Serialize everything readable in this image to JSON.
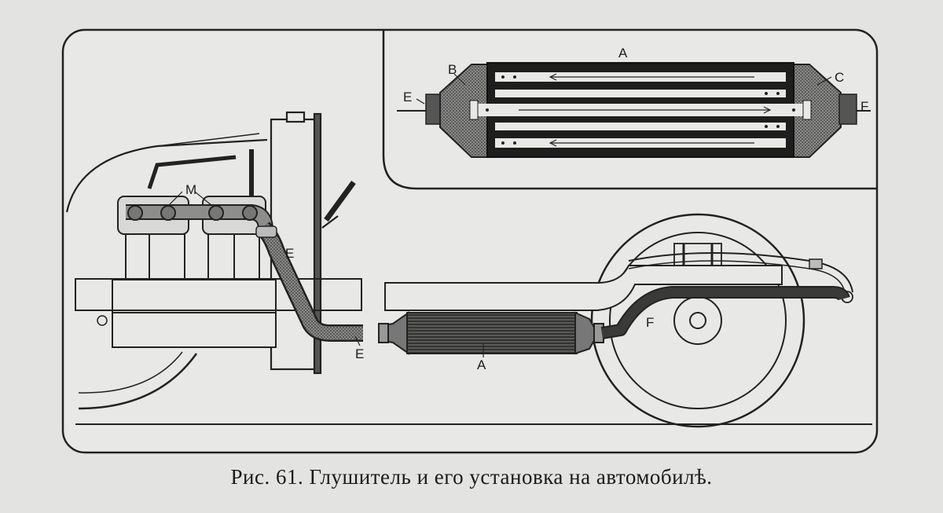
{
  "figure": {
    "caption": "Рис. 61. Глушитель и его установка на автомобилѣ.",
    "labels": {
      "inset_A": "A",
      "inset_B": "B",
      "inset_C": "C",
      "inset_E": "E",
      "inset_F": "F",
      "engine_M": "M",
      "pipe_E_upper": "E",
      "pipe_E_lower": "E",
      "muffler_A": "A",
      "tailpipe_F": "F"
    }
  }
}
